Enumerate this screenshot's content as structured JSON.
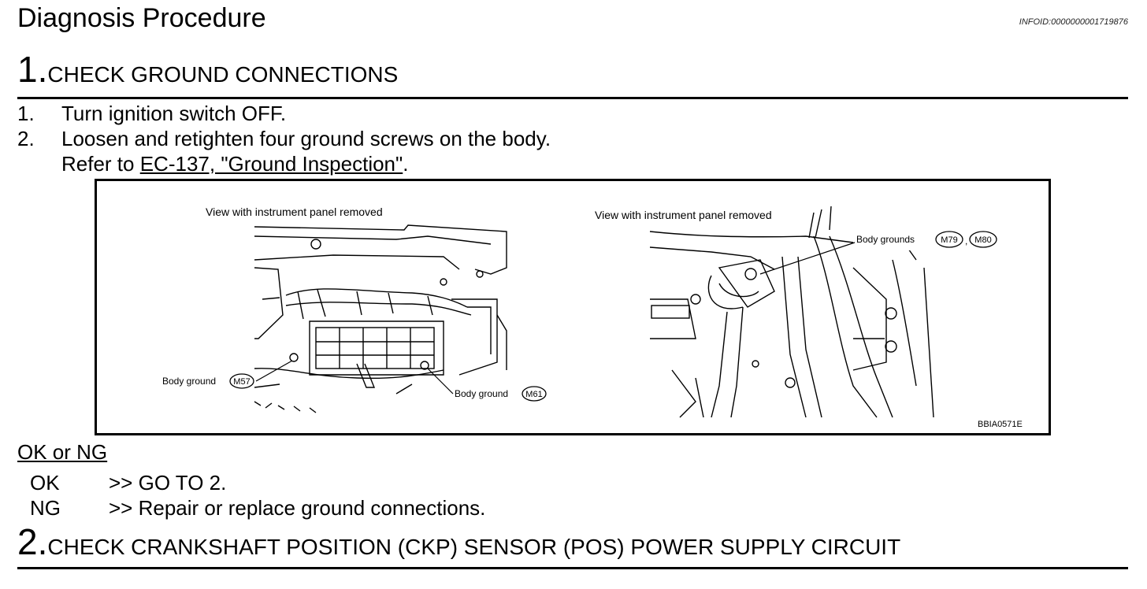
{
  "header": {
    "title": "Diagnosis Procedure",
    "info_id": "INFOID:0000000001719876"
  },
  "step1": {
    "number": "1.",
    "heading": "CHECK GROUND CONNECTIONS",
    "items": [
      {
        "num": "1.",
        "text": "Turn ignition switch OFF."
      },
      {
        "num": "2.",
        "text": "Loosen and retighten four ground screws on the body."
      }
    ],
    "refer_prefix": "Refer to ",
    "refer_link": "EC-137, \"Ground Inspection\"",
    "refer_suffix": "."
  },
  "figure": {
    "left_caption": "View with instrument panel removed",
    "right_caption": "View with instrument panel removed",
    "label_body_ground_left": "Body ground",
    "connector_m57": "M57",
    "label_body_ground_mid": "Body ground",
    "connector_m61": "M61",
    "label_body_grounds": "Body grounds",
    "connector_m79": "M79",
    "connector_sep": ",",
    "connector_m80": "M80",
    "figure_code": "BBIA0571E"
  },
  "result": {
    "heading": "OK or NG",
    "ok_key": "OK",
    "ok_text": ">> GO TO 2.",
    "ng_key": "NG",
    "ng_text": ">> Repair or replace ground connections."
  },
  "step2": {
    "number": "2.",
    "heading": "CHECK CRANKSHAFT POSITION (CKP) SENSOR (POS) POWER SUPPLY CIRCUIT"
  }
}
